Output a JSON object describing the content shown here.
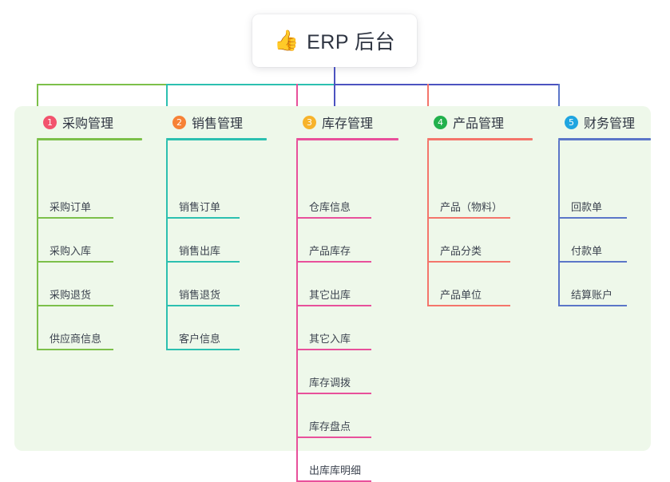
{
  "root": {
    "emoji": "👍",
    "emoji_name": "thumbs-up-icon",
    "title": "ERP 后台"
  },
  "colors": {
    "panel_bg": "#eef8ea",
    "root_stem": "#4c53c0",
    "text": "#2f3542",
    "leaf_text": "#3d4450"
  },
  "columns": [
    {
      "badge": "1",
      "badge_color": "#f2536d",
      "line_color": "#7cc04a",
      "title": "采购管理",
      "items": [
        "采购订单",
        "采购入库",
        "采购退货",
        "供应商信息"
      ]
    },
    {
      "badge": "2",
      "badge_color": "#f78236",
      "line_color": "#2cc0b0",
      "title": "销售管理",
      "items": [
        "销售订单",
        "销售出库",
        "销售退货",
        "客户信息"
      ]
    },
    {
      "badge": "3",
      "badge_color": "#f7b32b",
      "line_color": "#e8509b",
      "title": "库存管理",
      "items": [
        "仓库信息",
        "产品库存",
        "其它出库",
        "其它入库",
        "库存调拨",
        "库存盘点",
        "出库库明细"
      ]
    },
    {
      "badge": "4",
      "badge_color": "#22b14c",
      "line_color": "#f4756b",
      "title": "产品管理",
      "items": [
        "产品（物料）",
        "产品分类",
        "产品单位"
      ]
    },
    {
      "badge": "5",
      "badge_color": "#1fa5e0",
      "line_color": "#5b76c8",
      "title": "财务管理",
      "items": [
        "回款单",
        "付款单",
        "结算账户"
      ]
    }
  ]
}
